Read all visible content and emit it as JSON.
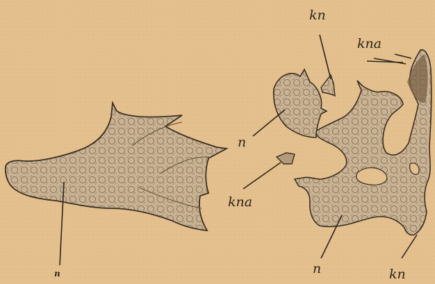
{
  "figure": {
    "labels": {
      "kn_top": "kn",
      "kna_top": "kna",
      "n_mid": "n",
      "kna_left": "kna",
      "n_bottom": "n",
      "kn_bottom": "kn",
      "n_left_bottom": "n"
    },
    "colors": {
      "paper": "#e3c08d",
      "tissue": "#c9b394",
      "ink": "#2e241a"
    }
  }
}
